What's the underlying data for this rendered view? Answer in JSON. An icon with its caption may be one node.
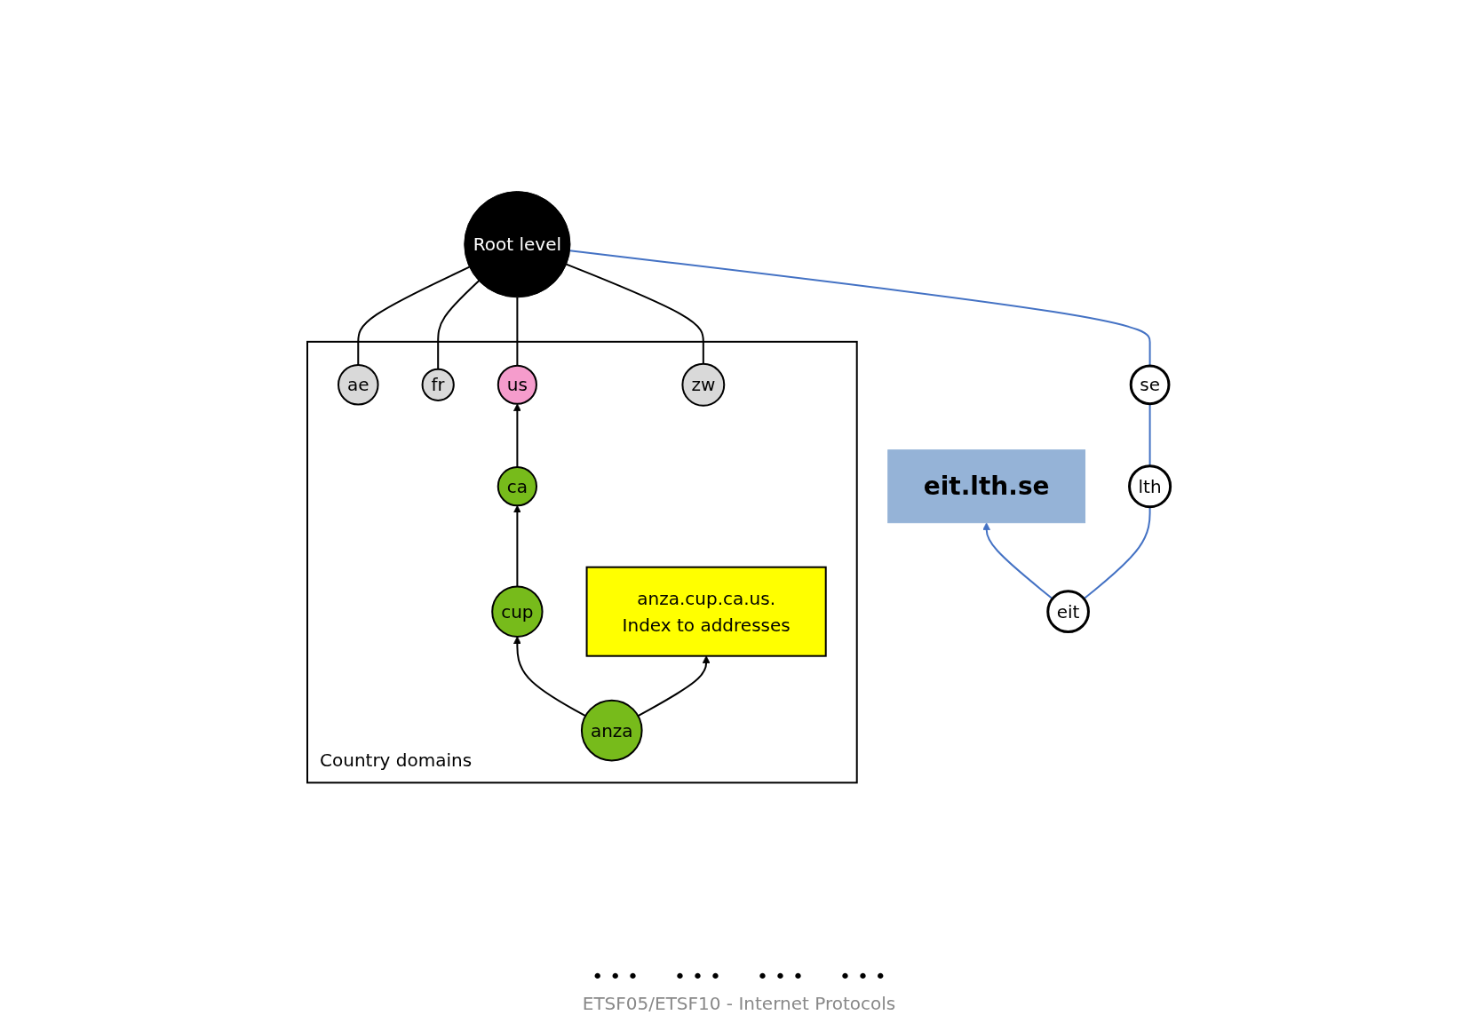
{
  "diagram": {
    "caption": "ETSF05/ETSF10 - Internet Protocols",
    "nodes": [
      {
        "text": [
          "Root level"
        ]
      },
      {
        "text": [
          "Country domains"
        ]
      },
      {
        "text": [
          "ae"
        ],
        "in": 1
      },
      {
        "text": [
          "fr"
        ],
        "in": 1
      },
      {
        "text": [
          "us"
        ],
        "in": 1
      },
      {
        "text": [
          "zw"
        ],
        "in": 1
      },
      {
        "text": [
          "ca"
        ],
        "in": 1
      },
      {
        "text": [
          "cup"
        ],
        "in": 1
      },
      {
        "text": [
          "anza"
        ],
        "in": 1
      },
      {
        "text": [
          "anza.cup.ca.us.",
          "Index to addresses"
        ],
        "in": 1
      },
      {
        "text": [
          "se"
        ]
      },
      {
        "text": [
          "lth"
        ]
      },
      {
        "text": [
          "eit"
        ]
      },
      {
        "text": [
          "eit.lth.se"
        ]
      }
    ],
    "edges": [
      {
        "from": 0,
        "to": 2,
        "arrow": "none"
      },
      {
        "from": 0,
        "to": 3,
        "arrow": "none"
      },
      {
        "from": 0,
        "to": 4,
        "arrow": "none"
      },
      {
        "from": 0,
        "to": 5,
        "arrow": "none"
      },
      {
        "from": 0,
        "to": 10,
        "arrow": "none",
        "color": "#4472c4"
      },
      {
        "from": 6,
        "to": 4,
        "arrow": "to"
      },
      {
        "from": 7,
        "to": 6,
        "arrow": "to"
      },
      {
        "from": 8,
        "to": 7,
        "arrow": "to"
      },
      {
        "from": 8,
        "to": 9,
        "arrow": "to"
      },
      {
        "from": 11,
        "to": 10,
        "arrow": "none",
        "color": "#4472c4"
      },
      {
        "from": 12,
        "to": 11,
        "arrow": "none",
        "color": "#4472c4"
      },
      {
        "from": 12,
        "to": 13,
        "arrow": "to",
        "color": "#4472c4"
      }
    ],
    "labels": [
      "• • •",
      "• • •",
      "• • •",
      "• • •"
    ]
  }
}
